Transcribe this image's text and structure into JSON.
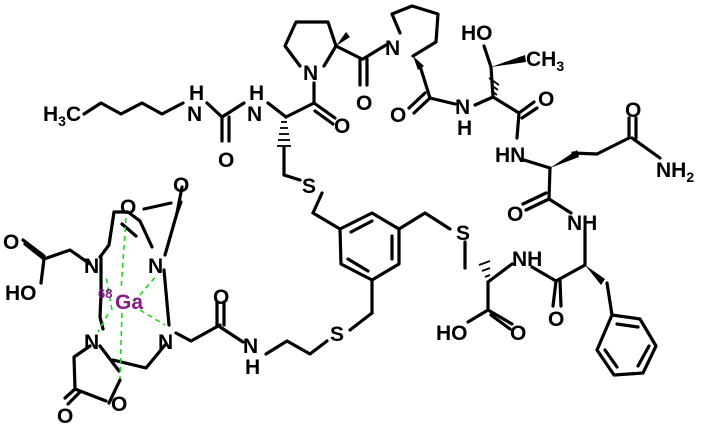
{
  "atoms": {
    "h3c": {
      "main": "H",
      "sub": "3",
      "tail": "C"
    },
    "ch3": {
      "main": "CH",
      "sub": "3"
    },
    "nh2": {
      "main": "NH",
      "sub": "2"
    },
    "ho_thr": "HO",
    "ho_cooh": "HO",
    "ho_left": "HO",
    "isotope": "68",
    "ga": "Ga",
    "n": "N",
    "h": "H",
    "nh": "NH",
    "hn": "HN",
    "o": "O",
    "s": "S"
  },
  "colors": {
    "bond": "#000000",
    "gallium": "#8b1a8b",
    "coordination": "#1fd61f",
    "background": "#ffffff"
  }
}
